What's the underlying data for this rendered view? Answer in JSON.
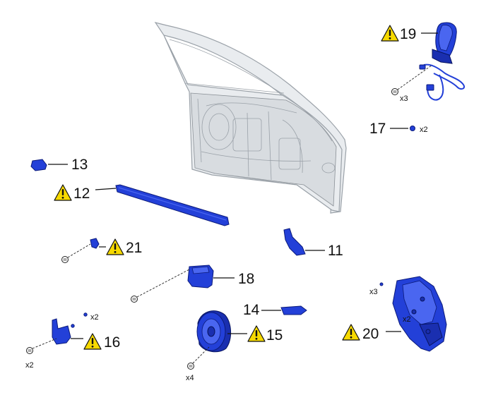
{
  "callouts": {
    "c11": "11",
    "c12": "12",
    "c13": "13",
    "c14": "14",
    "c15": "15",
    "c16": "16",
    "c17": "17",
    "c18": "18",
    "c19": "19",
    "c20": "20",
    "c21": "21"
  },
  "quantities": {
    "q17": "x2",
    "q19": "x3",
    "q16_small": "x2",
    "q16_bolt": "x2",
    "q15": "x4",
    "q20_a": "x3",
    "q20_b": "x2"
  },
  "icons": {
    "caution": "warning-triangle-icon"
  },
  "colors": {
    "part": "#2340d8",
    "caution": "#f6d900",
    "door": "#e9ecef"
  }
}
